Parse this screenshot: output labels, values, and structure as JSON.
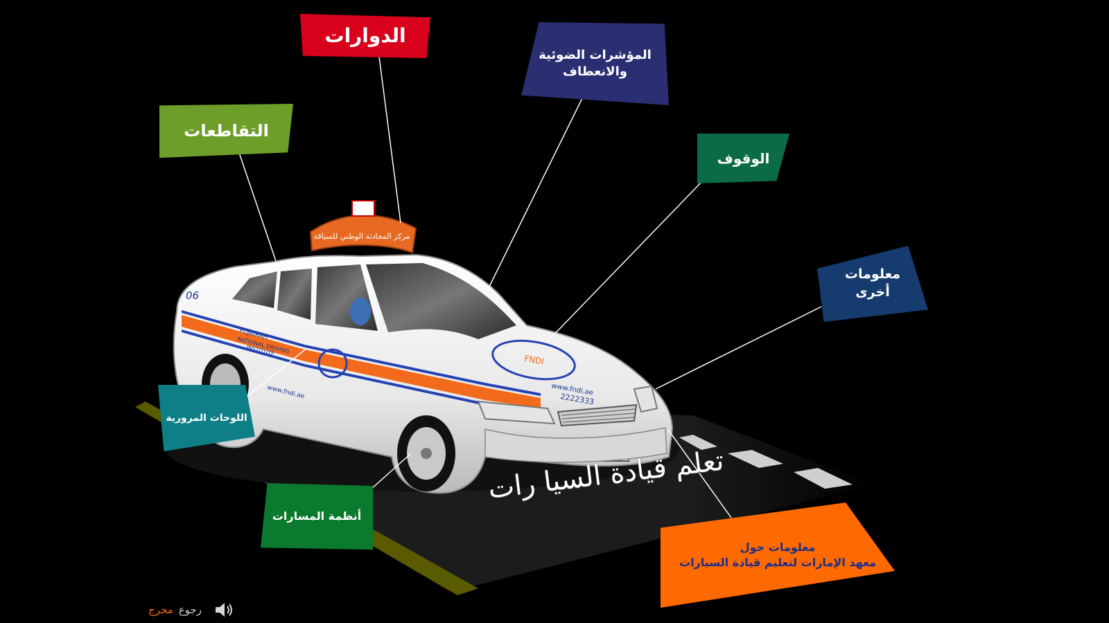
{
  "labels": {
    "roundabouts": "الدوارات",
    "intersections": "التقاطعات",
    "signals_line1": "المؤشرات الضوئية",
    "signals_line2": "والانعطاف",
    "parking": "الوقوف",
    "other_line1": "معلومات",
    "other_line2": "أخرى",
    "traffic_signs": "اللوحات المرورية",
    "lanes": "أنظمة المسارات",
    "institute_line1": "معلومات حول",
    "institute_line2": "معهد الإمارات لتعليم قيادة السيارات"
  },
  "title": "تعلم قيادة السيا رات",
  "car": {
    "roof_sign_text": "مركز المحادثة الوطني للسياقة",
    "door_text_1": "FUJAIRAH",
    "door_text_2": "NATIONAL DRIVING",
    "door_text_3": "INSTITUTE",
    "website": "www.fndi.ae",
    "hood_website": "www.fndi.ae",
    "phone": "2222333",
    "logo": "FNDI",
    "number": "06"
  },
  "nav": {
    "exit": "مخرج",
    "back": "رجوع"
  },
  "colors": {
    "red": "#d9001b",
    "green_light": "#6e9e2a",
    "navy": "#2a2f72",
    "green_dark": "#0b6b45",
    "blue": "#163b6e",
    "teal": "#0e7f86",
    "green": "#0b7a2e",
    "orange": "#ff6a00",
    "institute_text": "#1f2e86",
    "exit": "#ff6a00"
  }
}
